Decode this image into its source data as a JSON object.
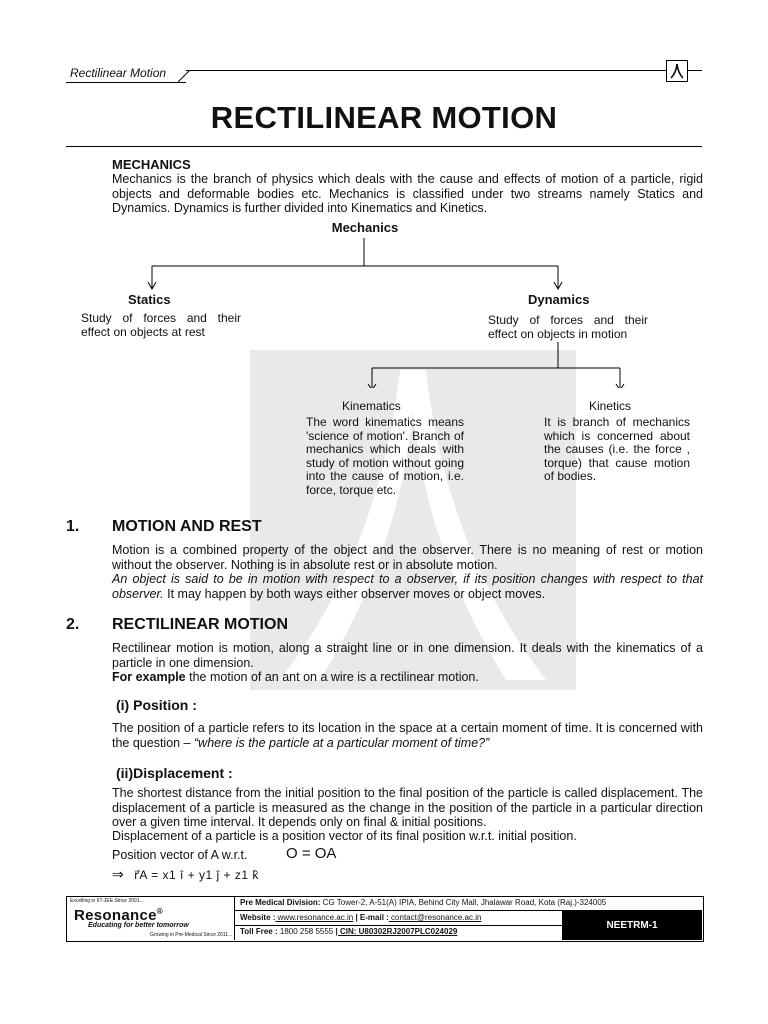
{
  "header": {
    "label": "Rectilinear Motion"
  },
  "title": "RECTILINEAR MOTION",
  "mechanics": {
    "heading": "MECHANICS",
    "body": "Mechanics is the branch of physics which deals with the cause and effects of motion of a particle, rigid objects and deformable bodies etc. Mechanics is classified under two streams namely Statics and Dynamics. Dynamics is further divided into Kinematics and Kinetics."
  },
  "diagram": {
    "root": "Mechanics",
    "statics": {
      "label": "Statics",
      "desc": "Study of forces and their effect on objects at rest"
    },
    "dynamics": {
      "label": "Dynamics",
      "desc": "Study of forces and their effect on objects in motion"
    },
    "kinematics": {
      "label": "Kinematics",
      "desc": "The word kinematics means 'science of motion'. Branch of mechanics which deals with study of motion without going into the cause of motion, i.e. force, torque etc."
    },
    "kinetics": {
      "label": "Kinetics",
      "desc": "It is branch of mechanics which is concerned about the causes (i.e. the force , torque) that cause motion of bodies."
    }
  },
  "section1": {
    "num": "1.",
    "title": "MOTION AND REST",
    "p1": "Motion is a combined property of the object and the observer. There is no meaning of rest or motion without the observer. Nothing is in absolute rest or in absolute motion.",
    "p2_italic": "An object is said to be in motion with respect to a observer, if its position changes with respect to that observer.",
    "p2_rest": " It may happen by both ways either observer moves or object moves."
  },
  "section2": {
    "num": "2.",
    "title": "RECTILINEAR MOTION",
    "p1": "Rectilinear motion is motion, along a straight line or in one dimension. It deals with the kinematics of a particle in one dimension.",
    "example_bold": "For example",
    "example_rest": " the motion of an ant on a wire is a rectilinear motion."
  },
  "position": {
    "title": "(i) Position :",
    "p1": "The position of a particle refers to its location in the space at a certain moment of time. It is concerned with the question – ",
    "p1_italic": "“where is the particle at a particular moment of time?”"
  },
  "displacement": {
    "title": "(ii)Displacement :",
    "p1": "The shortest distance from the initial position to the final position of the particle is called displacement. The displacement of a particle is measured as the change in the position of the particle in a particular direction over a given time interval.  It depends only on final & initial positions.",
    "p2": "Displacement of a particle is a position vector of its final position w.r.t. initial position.",
    "p3": "Position vector of A w.r.t.",
    "eq1": "O = OA",
    "eq2_arrow": "⇒",
    "eq2": "r⃗A = x1  î + y1  ĵ +  z1  k̂"
  },
  "footer": {
    "brand": "Resonance",
    "reg": "®",
    "tagline": "Educating for better tomorrow",
    "small_top": "Excelling in IIT-JEE Since 2001...",
    "small_bottom": "Growing in Pre-Medical Since 2011...",
    "division_label": "Pre Medical Division:",
    "division_value": " CG Tower-2, A-51(A) IPIA, Behind City Mall, Jhalawar Road, Kota (Raj.)-324005",
    "website_label": "Website :",
    "website_value": " www.resonance.ac.in",
    "email_label": " | E-mail :",
    "email_value": " contact@resonance.ac.in",
    "tollfree_label": "Toll Free :",
    "tollfree_value": " 1800 258 5555",
    "cin": "| CIN: U80302RJ2007PLC024029",
    "code": "NEETRM-1"
  },
  "colors": {
    "watermark": "#e9e9e9",
    "ink": "#111111"
  }
}
